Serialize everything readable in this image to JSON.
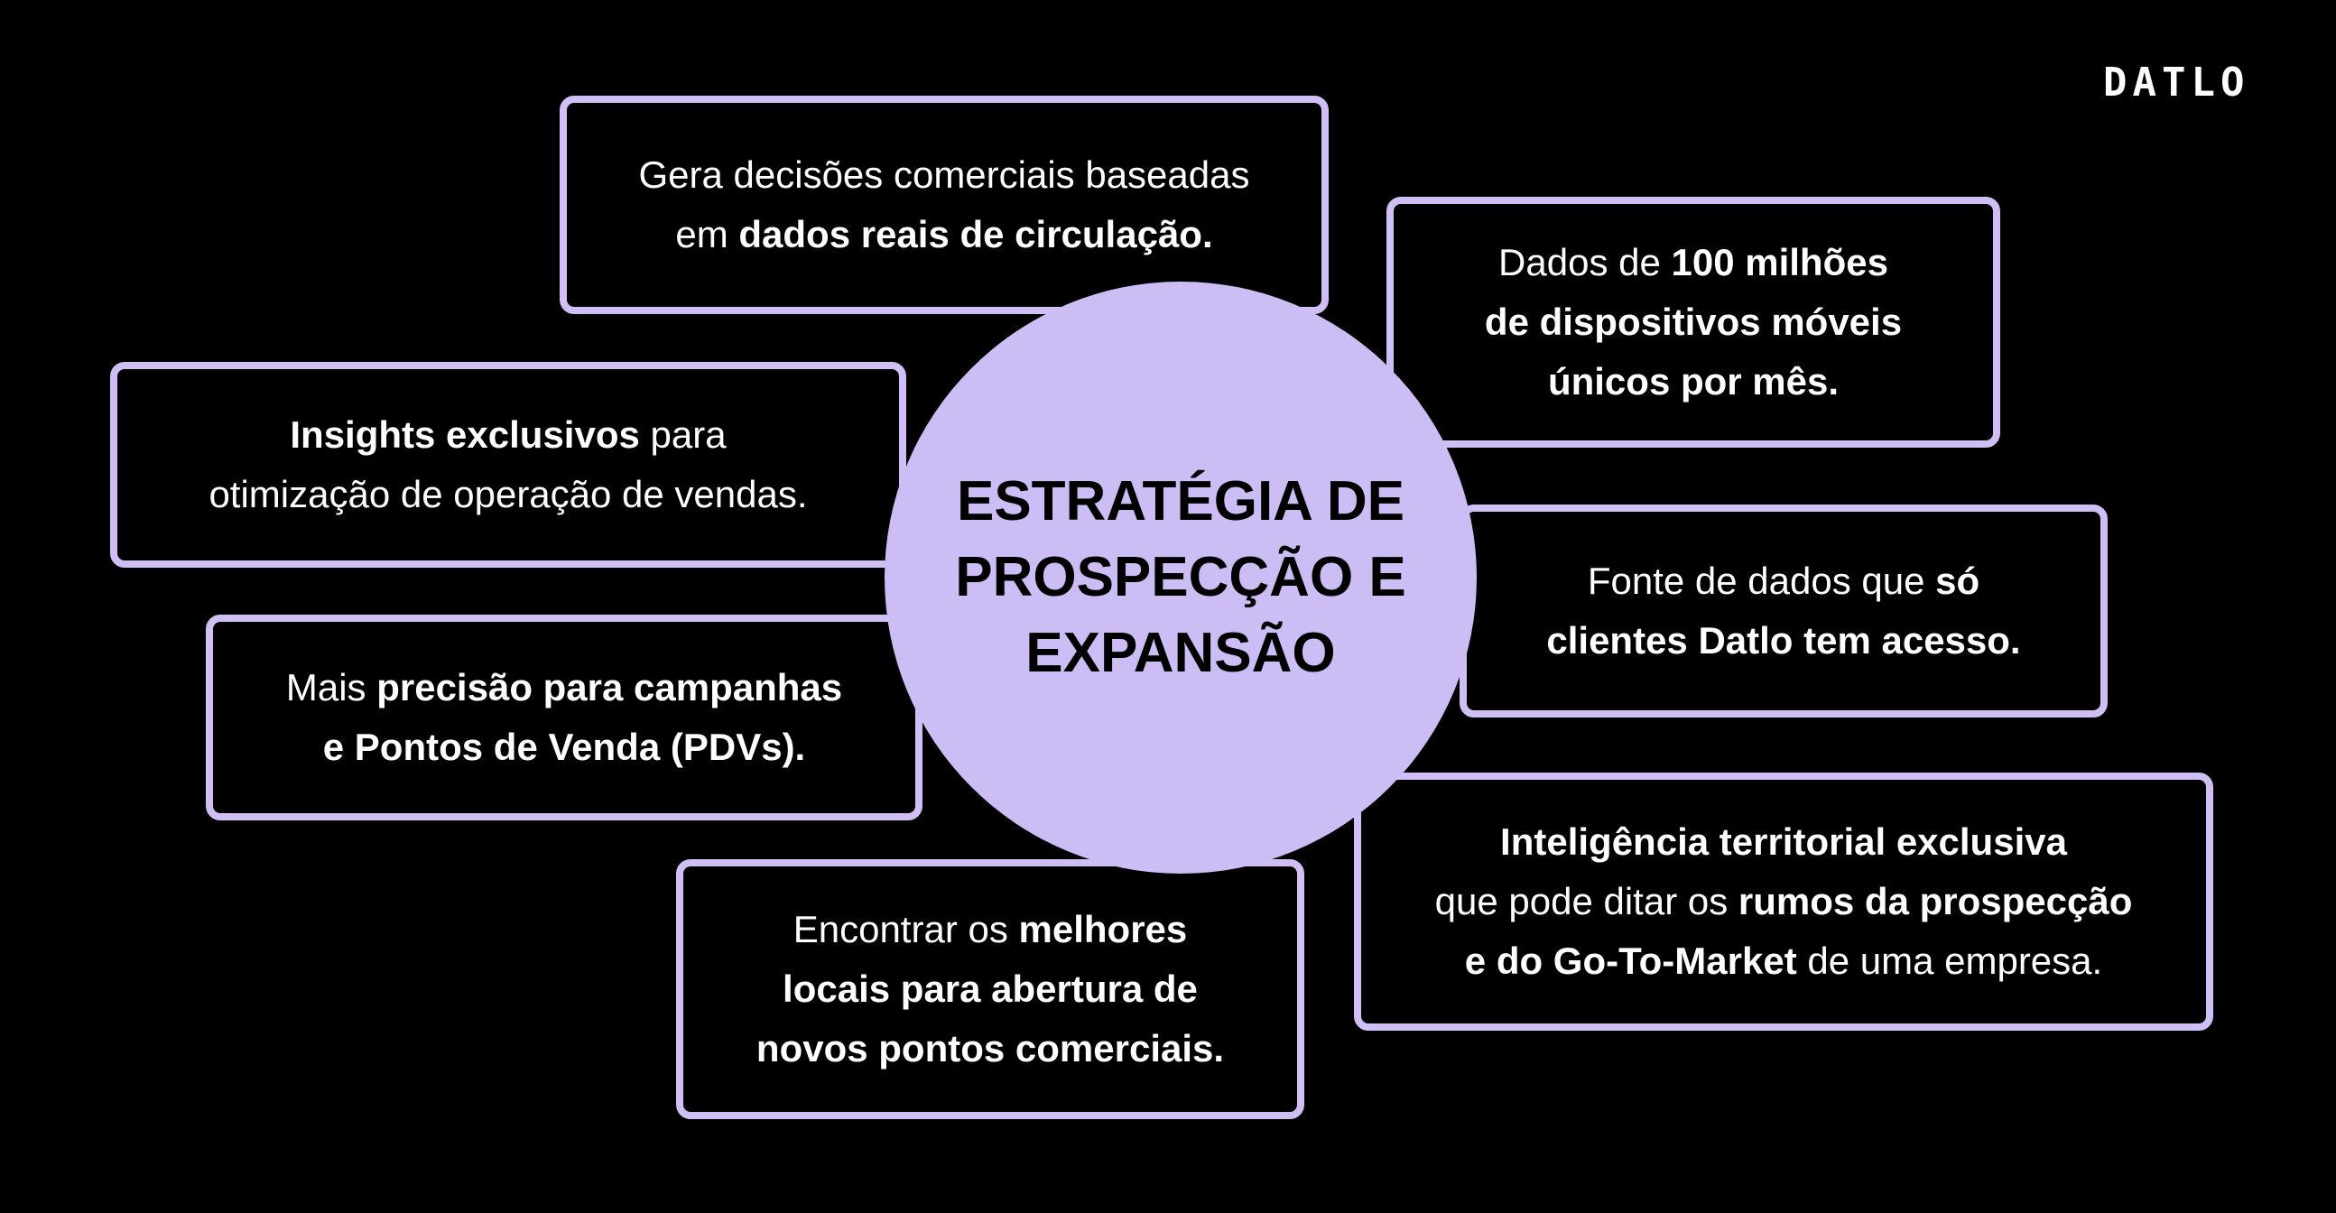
{
  "logo": "DATLO",
  "center_title": {
    "l1": "ESTRATÉGIA DE",
    "l2": "PROSPECÇÃO E",
    "l3": "EXPANSÃO"
  },
  "boxes": {
    "b1": {
      "a": "Gera decisões comerciais baseadas",
      "b": "em ",
      "c": "dados reais de circulação."
    },
    "b2": {
      "a": "Dados de ",
      "b": "100 milhões",
      "c": "de dispositivos móveis",
      "d": "únicos por mês."
    },
    "b3": {
      "a": "Insights exclusivos",
      "b": " para",
      "c": "otimização de operação de vendas."
    },
    "b4": {
      "a": "Fonte de dados que ",
      "b": "só",
      "c": "clientes Datlo tem acesso."
    },
    "b5": {
      "a": "Mais ",
      "b": "precisão para campanhas",
      "c": "e Pontos de Venda (PDVs)."
    },
    "b6": {
      "a": "Inteligência territorial exclusiva",
      "b": "que pode ditar os ",
      "c": "rumos da prospecção",
      "d": "e do Go-To-Market",
      "e": " de uma empresa."
    },
    "b7": {
      "a": "Encontrar os ",
      "b": "melhores",
      "c": "locais para abertura de",
      "d": "novos pontos comerciais."
    }
  },
  "colors": {
    "accent": "#cfbff4",
    "circle": "#cdbdf5",
    "background": "#000000"
  }
}
